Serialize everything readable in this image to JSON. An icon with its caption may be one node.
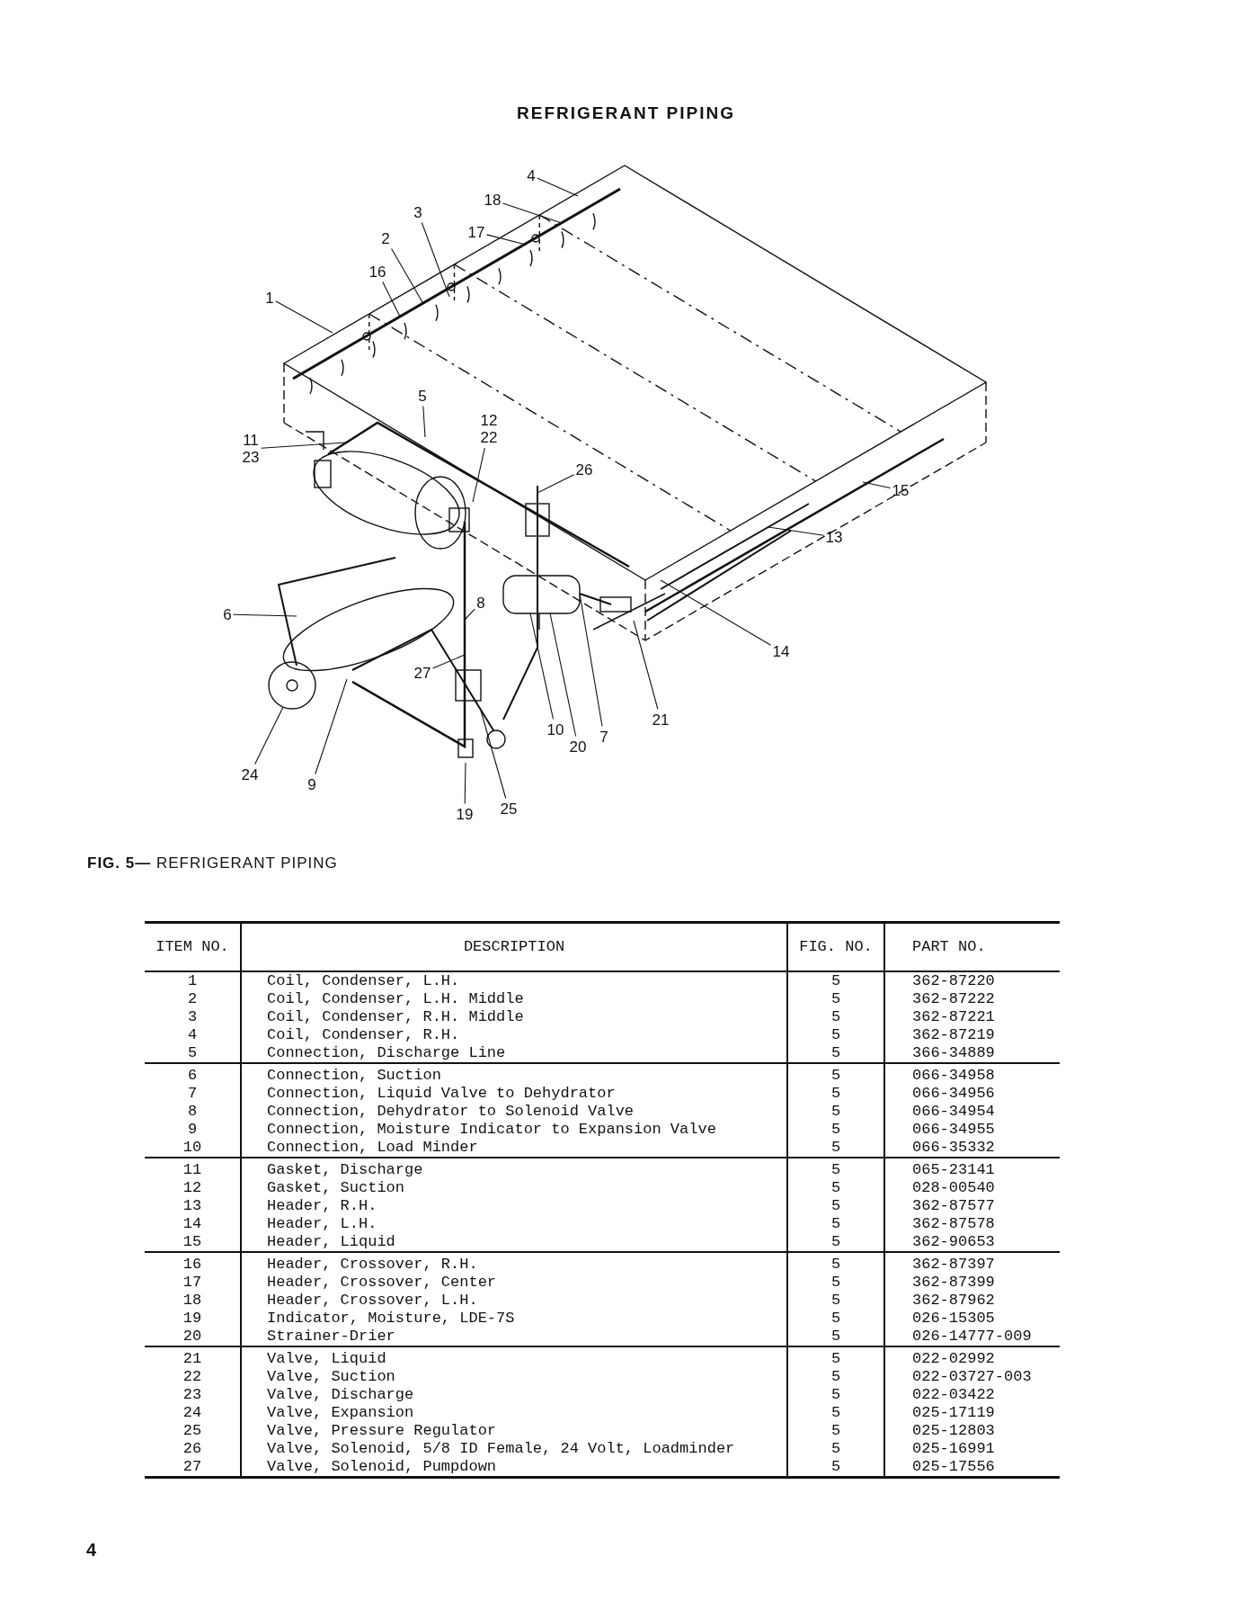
{
  "diagram": {
    "title": "REFRIGERANT PIPING",
    "caption": "**FIG. 5—** REFRIGERANT PIPING",
    "nodes": [
      {
        "text": [
          "4"
        ]
      },
      {
        "text": [
          "3"
        ]
      },
      {
        "text": [
          "18"
        ]
      },
      {
        "text": [
          "17"
        ]
      },
      {
        "text": [
          "2"
        ]
      },
      {
        "text": [
          "16"
        ]
      },
      {
        "text": [
          "1"
        ]
      },
      {
        "text": [
          "5"
        ]
      },
      {
        "text": [
          "12",
          "22"
        ]
      },
      {
        "text": [
          "11",
          "23"
        ]
      },
      {
        "text": [
          "26"
        ]
      },
      {
        "text": [
          "15"
        ]
      },
      {
        "text": [
          "13"
        ]
      },
      {
        "text": [
          "6"
        ]
      },
      {
        "text": [
          "8"
        ]
      },
      {
        "text": [
          "14"
        ]
      },
      {
        "text": [
          "27"
        ]
      },
      {
        "text": [
          "21"
        ]
      },
      {
        "text": [
          "10"
        ]
      },
      {
        "text": [
          "7"
        ]
      },
      {
        "text": [
          "20"
        ]
      },
      {
        "text": [
          "24"
        ]
      },
      {
        "text": [
          "9"
        ]
      },
      {
        "text": [
          "19"
        ]
      },
      {
        "text": [
          "25"
        ]
      }
    ],
    "edges": [
      {
        "from": 0,
        "to": null,
        "arrow": "none"
      },
      {
        "from": 1,
        "to": null,
        "arrow": "none"
      },
      {
        "from": 2,
        "to": null,
        "arrow": "none"
      },
      {
        "from": 3,
        "to": null,
        "arrow": "none"
      },
      {
        "from": 4,
        "to": null,
        "arrow": "none"
      },
      {
        "from": 5,
        "to": null,
        "arrow": "none"
      },
      {
        "from": 6,
        "to": null,
        "arrow": "none"
      },
      {
        "from": 7,
        "to": null,
        "arrow": "none"
      },
      {
        "from": 8,
        "to": null,
        "arrow": "none"
      },
      {
        "from": 9,
        "to": null,
        "arrow": "none"
      },
      {
        "from": 10,
        "to": null,
        "arrow": "none"
      },
      {
        "from": 11,
        "to": null,
        "arrow": "none"
      },
      {
        "from": 12,
        "to": null,
        "arrow": "none"
      },
      {
        "from": 13,
        "to": null,
        "arrow": "none"
      },
      {
        "from": 14,
        "to": null,
        "arrow": "none"
      },
      {
        "from": 15,
        "to": null,
        "arrow": "none"
      },
      {
        "from": 16,
        "to": null,
        "arrow": "none"
      },
      {
        "from": 17,
        "to": null,
        "arrow": "none"
      },
      {
        "from": 18,
        "to": null,
        "arrow": "none"
      },
      {
        "from": 19,
        "to": null,
        "arrow": "none"
      },
      {
        "from": 20,
        "to": null,
        "arrow": "none"
      },
      {
        "from": 21,
        "to": null,
        "arrow": "none"
      },
      {
        "from": 22,
        "to": null,
        "arrow": "none"
      },
      {
        "from": 23,
        "to": null,
        "arrow": "none"
      },
      {
        "from": 24,
        "to": null,
        "arrow": "none"
      }
    ],
    "labels": [
      "ITEM NO.",
      "DESCRIPTION",
      "FIG. NO.",
      "PART NO.",
      "1",
      "Coil, Condenser, L.H.",
      "5",
      "362-87220",
      "2",
      "Coil, Condenser, L.H. Middle",
      "5",
      "362-87222",
      "3",
      "Coil, Condenser, R.H. Middle",
      "5",
      "362-87221",
      "4",
      "Coil, Condenser, R.H.",
      "5",
      "362-87219",
      "5",
      "Connection, Discharge Line",
      "5",
      "366-34889",
      "6",
      "Connection, Suction",
      "5",
      "066-34958",
      "7",
      "Connection, Liquid Valve to Dehydrator",
      "5",
      "066-34956",
      "8",
      "Connection, Dehydrator to Solenoid Valve",
      "5",
      "066-34954",
      "9",
      "Connection, Moisture Indicator to Expansion Valve",
      "5",
      "066-34955",
      "10",
      "Connection, Load Minder",
      "5",
      "066-35332",
      "11",
      "Gasket, Discharge",
      "5",
      "065-23141",
      "12",
      "Gasket, Suction",
      "5",
      "028-00540",
      "13",
      "Header, R.H.",
      "5",
      "362-87577",
      "14",
      "Header, L.H.",
      "5",
      "362-87578",
      "15",
      "Header, Liquid",
      "5",
      "362-90653",
      "16",
      "Header, Crossover, R.H.",
      "5",
      "362-87397",
      "17",
      "Header, Crossover, Center",
      "5",
      "362-87399",
      "18",
      "Header, Crossover, L.H.",
      "5",
      "362-87962",
      "19",
      "Indicator, Moisture, LDE-7S",
      "5",
      "026-15305",
      "20",
      "Strainer-Drier",
      "5",
      "026-14777-009",
      "21",
      "Valve, Liquid",
      "5",
      "022-02992",
      "22",
      "Valve, Suction",
      "5",
      "022-03727-003",
      "23",
      "Valve, Discharge",
      "5",
      "022-03422",
      "24",
      "Valve, Expansion",
      "5",
      "025-17119",
      "25",
      "Valve, Pressure Regulator",
      "5",
      "025-12803",
      "26",
      "Valve, Solenoid, 5/8 ID Female, 24 Volt, Loadminder",
      "5",
      "025-16991",
      "27",
      "Valve, Solenoid, Pumpdown",
      "5",
      "025-17556",
      "4"
    ]
  }
}
